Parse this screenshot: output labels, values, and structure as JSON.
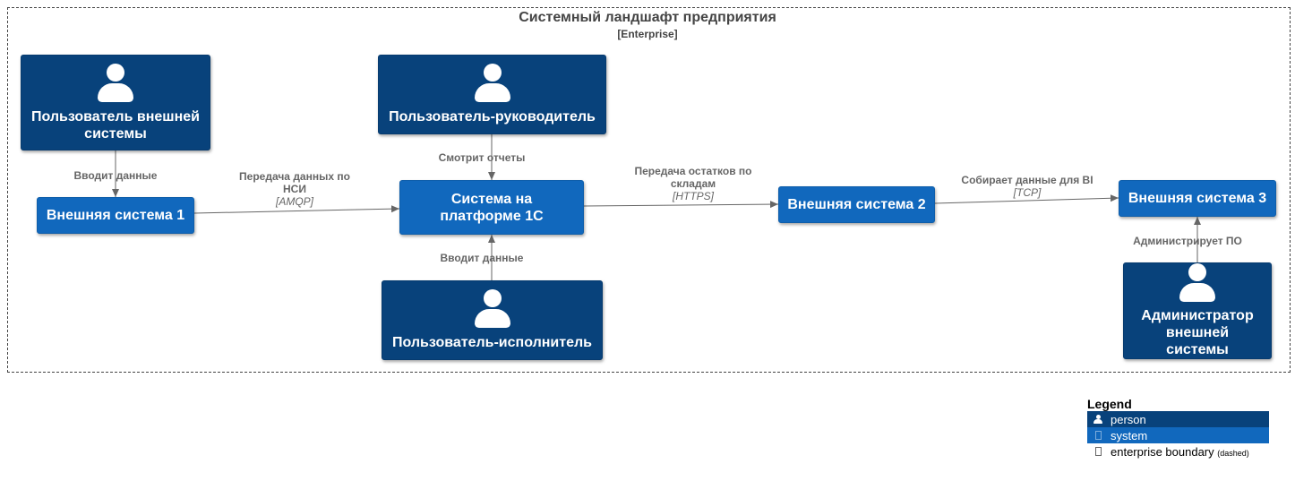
{
  "boundary": {
    "title": "Системный ландшафт предприятия",
    "type": "[Enterprise]"
  },
  "people": {
    "ext_user": {
      "label": "Пользователь внешней системы",
      "icon": "person-icon"
    },
    "manager": {
      "label": "Пользователь-руководитель",
      "icon": "person-icon"
    },
    "executor": {
      "label": "Пользователь-исполнитель",
      "icon": "person-icon"
    },
    "admin": {
      "label": "Администратор внешней системы",
      "icon": "person-icon"
    }
  },
  "systems": {
    "ext1": {
      "label": "Внешняя система 1"
    },
    "platform": {
      "label": "Система на платформе 1С"
    },
    "ext2": {
      "label": "Внешняя система 2"
    },
    "ext3": {
      "label": "Внешняя система 3"
    }
  },
  "relations": {
    "ext_user_to_ext1": {
      "label": "Вводит данные",
      "tech": ""
    },
    "ext1_to_platform": {
      "label": "Передача данных по НСИ",
      "tech": "[AMQP]"
    },
    "manager_to_platform": {
      "label": "Смотрит отчеты",
      "tech": ""
    },
    "executor_to_platform": {
      "label": "Вводит данные",
      "tech": ""
    },
    "platform_to_ext2": {
      "label": "Передача остатков по складам",
      "tech": "[HTTPS]"
    },
    "ext2_to_ext3": {
      "label": "Собирает данные для BI",
      "tech": "[TCP]"
    },
    "admin_to_ext3": {
      "label": "Администрирует ПО",
      "tech": ""
    }
  },
  "legend": {
    "title": "Legend",
    "person": "person",
    "system": "system",
    "boundary": "enterprise boundary",
    "boundary_note": "(dashed)"
  },
  "colors": {
    "person": "#08427b",
    "system": "#1168bd",
    "arrow": "#666666",
    "boundary": "#444444"
  }
}
